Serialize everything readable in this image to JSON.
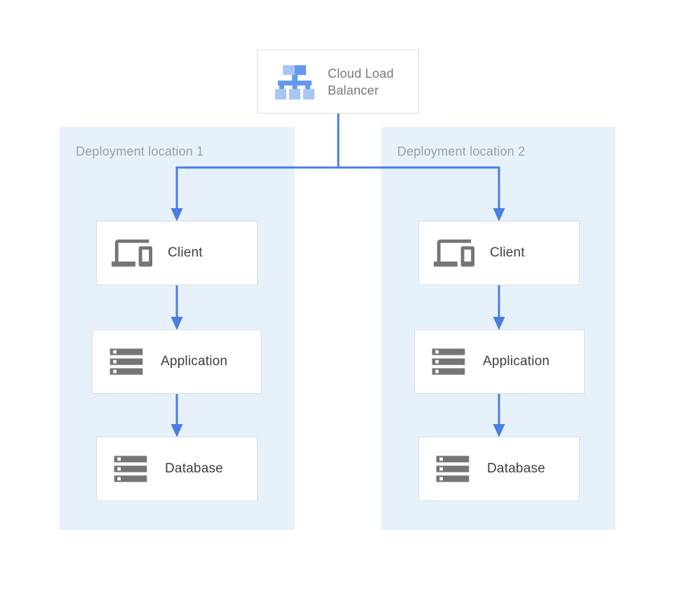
{
  "diagram": {
    "load_balancer": {
      "label": "Cloud Load Balancer",
      "icon": "load-balancer-icon"
    },
    "panels": [
      {
        "label": "Deployment location 1",
        "nodes": [
          {
            "label": "Client",
            "icon": "devices-icon"
          },
          {
            "label": "Application",
            "icon": "storage-icon"
          },
          {
            "label": "Database",
            "icon": "storage-icon"
          }
        ]
      },
      {
        "label": "Deployment location 2",
        "nodes": [
          {
            "label": "Client",
            "icon": "devices-icon"
          },
          {
            "label": "Application",
            "icon": "storage-icon"
          },
          {
            "label": "Database",
            "icon": "storage-icon"
          }
        ]
      }
    ],
    "colors": {
      "connector_blue": "#4A7DE2",
      "panel_background": "#E6F1FB",
      "box_border": "#DADCE0",
      "icon_gray": "#757575",
      "node_label": "#3C4043",
      "panel_label_gray": "#9AA0A6",
      "lb_text_gray": "#76797C",
      "lb_icon_light": "#A8C6F4",
      "lb_icon_medium": "#6497F2"
    }
  }
}
